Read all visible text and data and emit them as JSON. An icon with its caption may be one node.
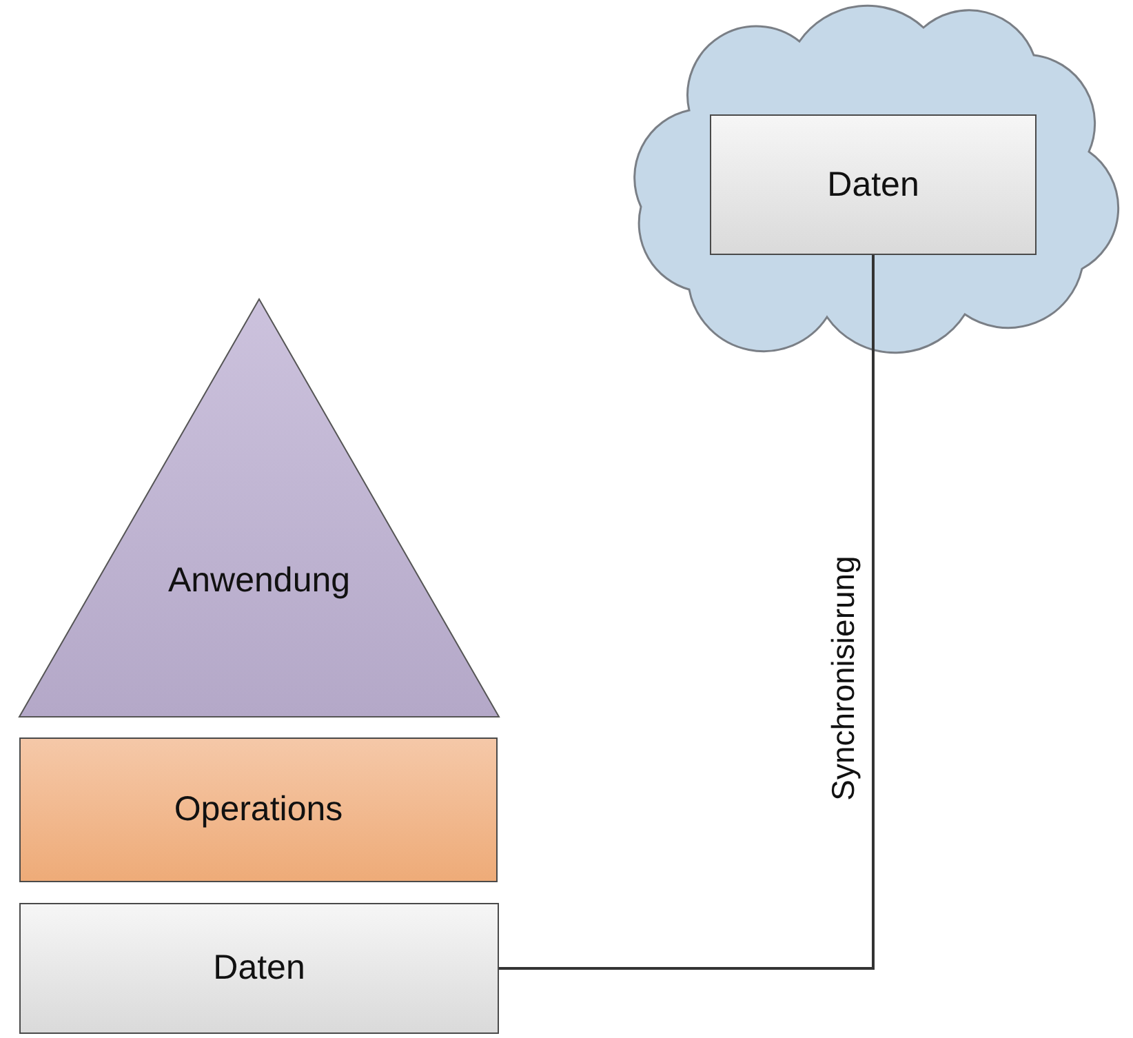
{
  "diagram": {
    "nodes": [
      {
        "text": [],
        "shape": "cloud"
      },
      {
        "text": [
          "Daten"
        ],
        "in": 0
      },
      {
        "text": [
          "Anwendung"
        ]
      },
      {
        "text": [
          "Operations"
        ]
      },
      {
        "text": [
          "Daten"
        ]
      }
    ],
    "edges": [
      {
        "from": 1,
        "to": 4,
        "arrow": "none",
        "label": "Synchronisierung"
      }
    ]
  }
}
